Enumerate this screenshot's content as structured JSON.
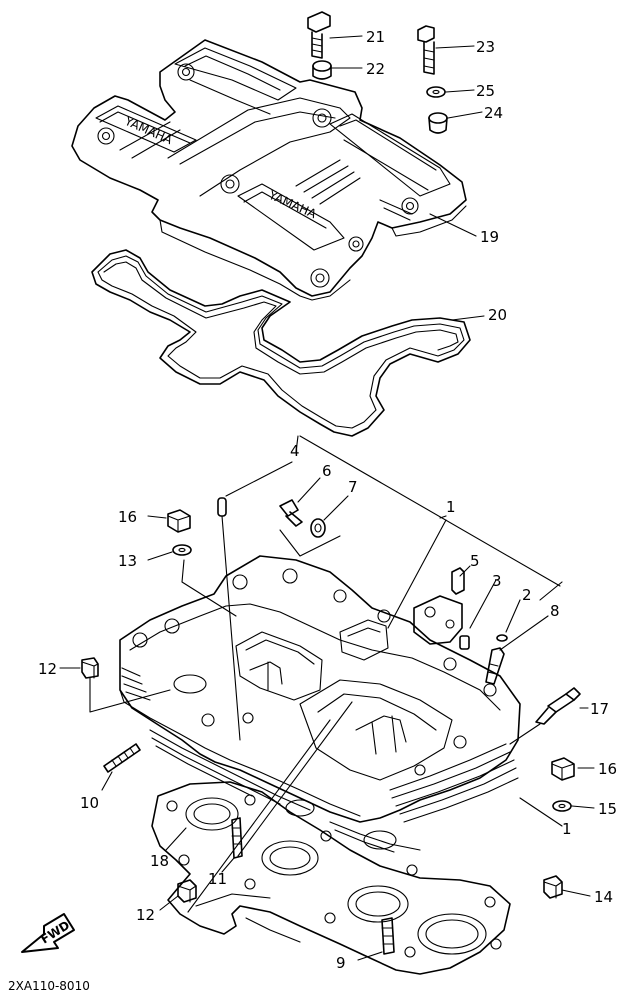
{
  "diagram_code": "2XA110-8010",
  "fwd_label": "FWD",
  "engraving": "YAMAHA",
  "callouts": {
    "c1": "1",
    "c1b": "1",
    "c2": "2",
    "c3": "3",
    "c4": "4",
    "c5": "5",
    "c6": "6",
    "c7": "7",
    "c8": "8",
    "c9": "9",
    "c10": "10",
    "c11": "11",
    "c12a": "12",
    "c12b": "12",
    "c13": "13",
    "c14": "14",
    "c15": "15",
    "c16a": "16",
    "c16b": "16",
    "c17": "17",
    "c18": "18",
    "c19": "19",
    "c20": "20",
    "c21": "21",
    "c22": "22",
    "c23": "23",
    "c24": "24",
    "c25": "25"
  }
}
